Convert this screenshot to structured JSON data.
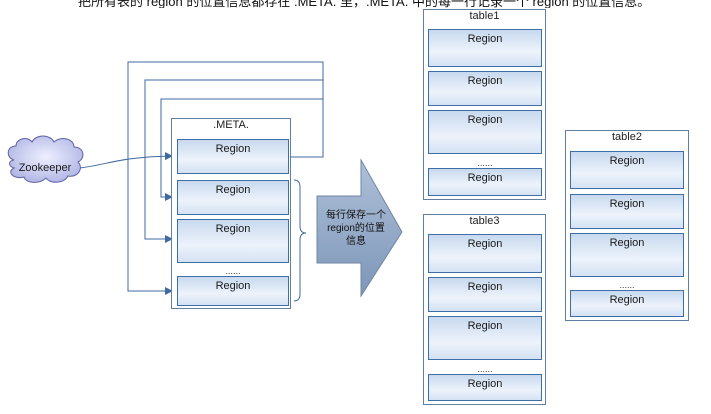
{
  "caption_cut": "把所有表的 region 的位置信息都存在 .META. 里，.META. 中的每一行记录一个 region 的位置信息。",
  "zookeeper": {
    "label": "Zookeeper"
  },
  "meta_table": {
    "title": ".META.",
    "regions": [
      "Region",
      "Region",
      "Region",
      "Region"
    ],
    "ellipsis": "......"
  },
  "arrow": {
    "text_line1": "每行保存一个",
    "text_line2": "region的位置",
    "text_line3": "信息"
  },
  "table1": {
    "title": "table1",
    "regions": [
      "Region",
      "Region",
      "Region",
      "Region"
    ],
    "ellipsis": "......"
  },
  "table2": {
    "title": "table2",
    "regions": [
      "Region",
      "Region",
      "Region",
      "Region"
    ],
    "ellipsis": "......"
  },
  "table3": {
    "title": "table3",
    "regions": [
      "Region",
      "Region",
      "Region",
      "Region"
    ],
    "ellipsis": "......"
  },
  "colors": {
    "region_border": "#3d6ea8",
    "region_fill": "#dbe7f5",
    "arrow_fill": "#8fa8c8",
    "connector": "#3f6aa0",
    "cloud_fill": "#b5b8e6"
  }
}
